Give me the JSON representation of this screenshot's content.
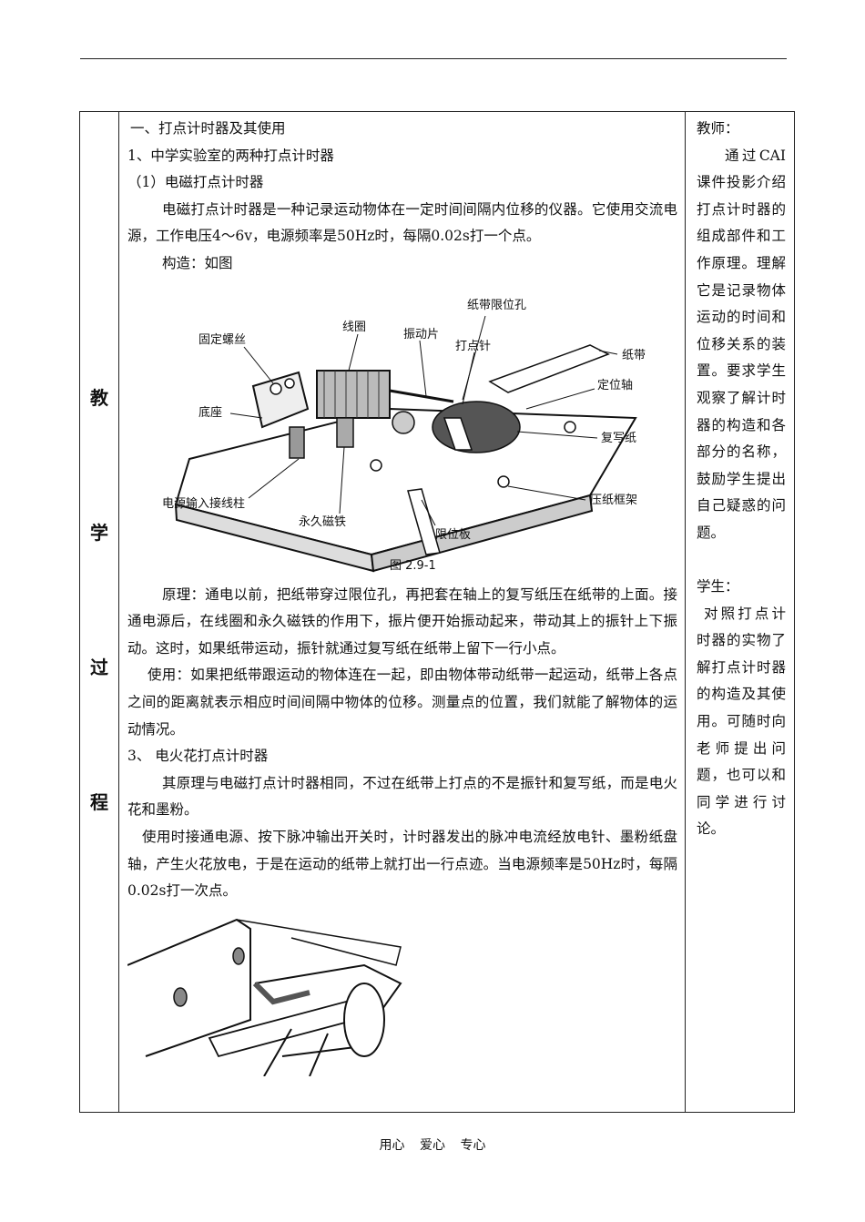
{
  "main": {
    "heading": "一、打点计时器及其使用",
    "sub1": "1、中学实验室的两种打点计时器",
    "sub1_1": "（1）电磁打点计时器",
    "para1": "电磁打点计时器是一种记录运动物体在一定时间间隔内位移的仪器。它使用交流电源，工作电压4～6v，电源频率是50Hz时，每隔0.02s打一个点。",
    "construct": "构造：如图",
    "fig1": {
      "labels": [
        "纸带限位孔",
        "线圈",
        "振动片",
        "打点针",
        "纸带",
        "固定螺丝",
        "定位轴",
        "底座",
        "复写纸",
        "电源输入接线柱",
        "永久磁铁",
        "限位板",
        "压纸框架"
      ],
      "caption": "图  2.9-1"
    },
    "principle": "原理：通电以前，把纸带穿过限位孔，再把套在轴上的复写纸压在纸带的上面。接通电源后，在线圈和永久磁铁的作用下，振片便开始振动起来，带动其上的振针上下振动。这时，如果纸带运动，振针就通过复写纸在纸带上留下一行小点。",
    "usage": "使用：如果把纸带跟运动的物体连在一起，即由物体带动纸带一起运动，纸带上各点之间的距离就表示相应时间间隔中物体的位移。测量点的位置，我们就能了解物体的运动情况。",
    "sub3": "3、  电火花打点计时器",
    "spark1": "其原理与电磁打点计时器相同，不过在纸带上打点的不是振针和复写纸，而是电火花和墨粉。",
    "spark2": "使用时接通电源、按下脉冲输出开关时，计时器发出的脉冲电流经放电针、墨粉纸盘轴，产生火花放电，于是在运动的纸带上就打出一行点迹。当电源频率是50Hz时，每隔0.02s打一次点。"
  },
  "left_col": [
    "教",
    "学",
    "过",
    "程"
  ],
  "side": {
    "teacher_label": "教师：",
    "teacher_text": "通过CAI课件投影介绍打点计时器的组成部件和工作原理。理解它是记录物体运动的时间和位移关系的装置。要求学生观察了解计时器的构造和各部分的名称，鼓励学生提出自己疑惑的问题。",
    "student_label": "学生：",
    "student_text": "对照打点计时器的实物了解打点计时器的构造及其使用。可随时向老师提出问题，也可以和同学进行讨论。"
  },
  "footer": "用心  爱心  专心"
}
